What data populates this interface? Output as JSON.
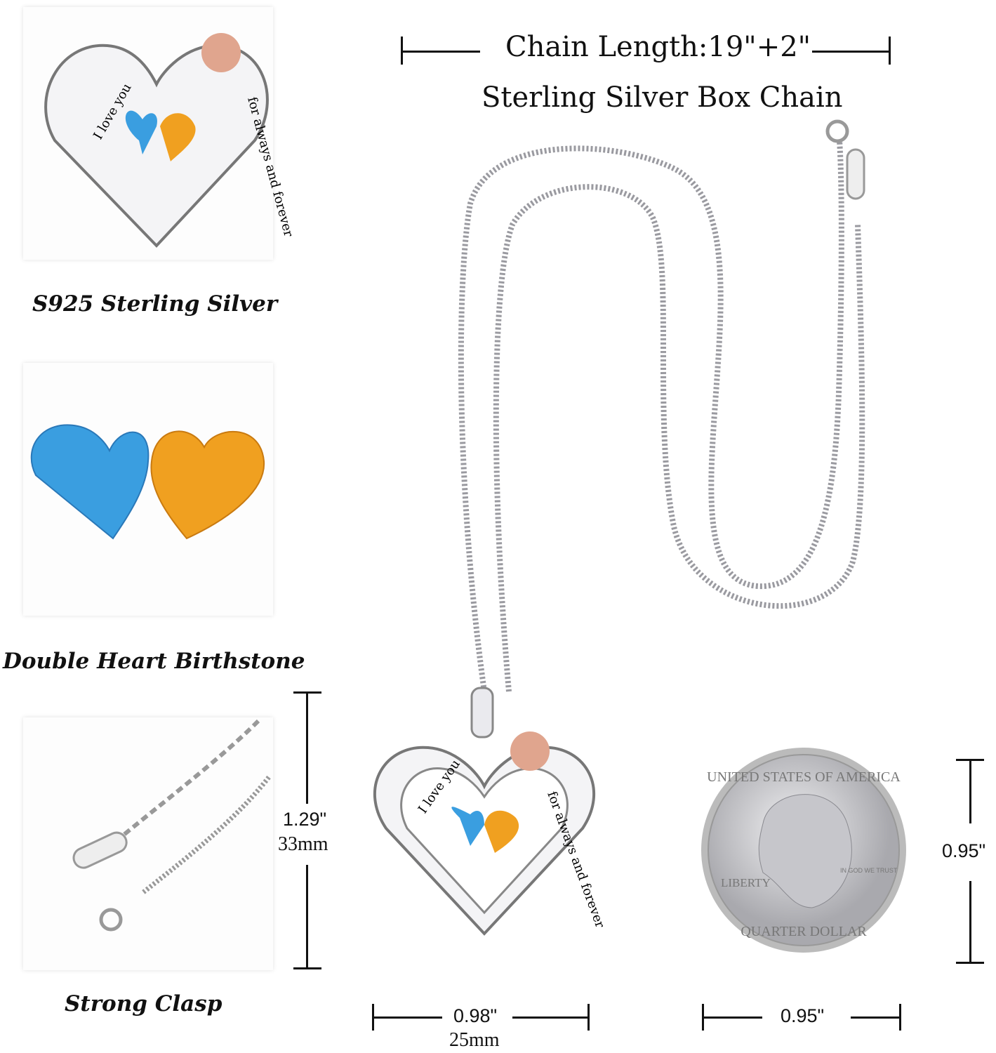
{
  "header": {
    "chain_length": "Chain Length:19\"+2\"",
    "chain_type": "Sterling Silver Box Chain"
  },
  "panels": [
    {
      "caption": "S925 Sterling Silver",
      "icon": "pendant-closeup"
    },
    {
      "caption": "Double Heart Birthstone",
      "icon": "heart-gemstones"
    },
    {
      "caption": "Strong Clasp",
      "icon": "clasp-chain"
    }
  ],
  "pendant": {
    "engraving_left": "I love you",
    "engraving_right": "for always and forever",
    "height_in": "1.29\"",
    "height_mm": "33mm",
    "width_in": "0.98\"",
    "width_mm": "25mm"
  },
  "coin": {
    "top_text": "UNITED STATES OF AMERICA",
    "liberty": "LIBERTY",
    "motto": "IN GOD WE TRUST",
    "bottom_text": "QUARTER DOLLAR",
    "height_in": "0.95\"",
    "width_in": "0.95\""
  },
  "colors": {
    "blue_stone": "#3a9ee0",
    "yellow_stone": "#f0a020",
    "rose_gold": "#e0a58e",
    "silver": "#c8c8cc"
  }
}
